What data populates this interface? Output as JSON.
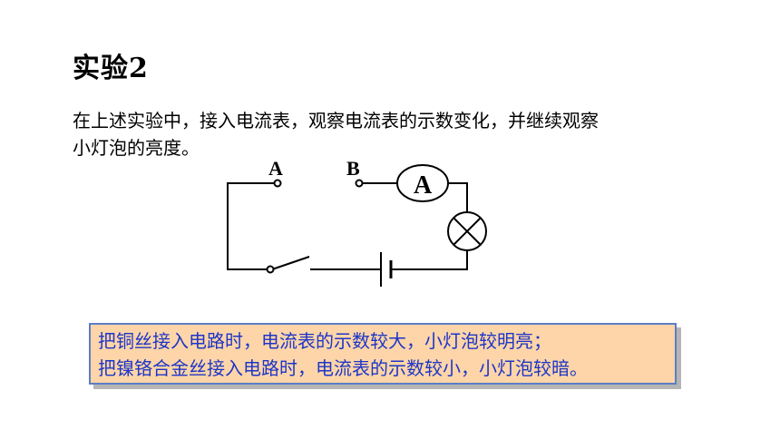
{
  "title": "实验2",
  "instruction": {
    "line1": "在上述实验中，接入电流表，观察电流表的示数变化，并继续观察",
    "line2": "小灯泡的亮度。"
  },
  "circuit": {
    "terminal_a": "A",
    "terminal_b": "B",
    "ammeter_symbol": "A"
  },
  "result": {
    "line1": "把铜丝接入电路时，电流表的示数较大，小灯泡较明亮；",
    "line2": "把镍铬合金丝接入电路时，电流表的示数较小，小灯泡较暗。"
  },
  "colors": {
    "result_text": "#1e36c8",
    "result_bg": "#fdd5a8",
    "result_border": "#5b7ec6"
  }
}
